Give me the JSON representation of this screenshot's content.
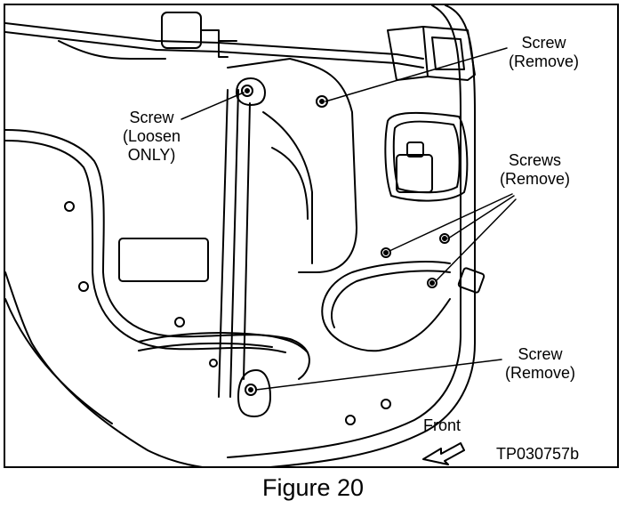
{
  "labels": {
    "screw_top_right": [
      "Screw",
      "(Remove)"
    ],
    "screw_loosen": [
      "Screw",
      "(Loosen",
      "ONLY)"
    ],
    "screws_right": [
      "Screws",
      "(Remove)"
    ],
    "screw_bottom": [
      "Screw",
      "(Remove)"
    ],
    "front": "Front",
    "figure_id": "TP030757b"
  },
  "caption": "Figure 20"
}
